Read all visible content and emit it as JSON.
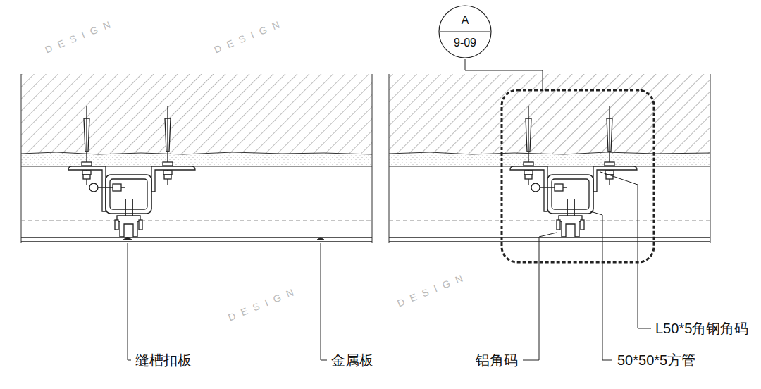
{
  "diagram": {
    "nodes": [
      {
        "text": [
          "A",
          "9-09"
        ]
      }
    ],
    "labels": [
      "缝槽扣板",
      "金属板",
      "铝角码",
      "50*50*5方管",
      "L50*5角钢角码",
      "DESIGN",
      "DESIGN",
      "DESIGN",
      "DESIGN"
    ]
  }
}
